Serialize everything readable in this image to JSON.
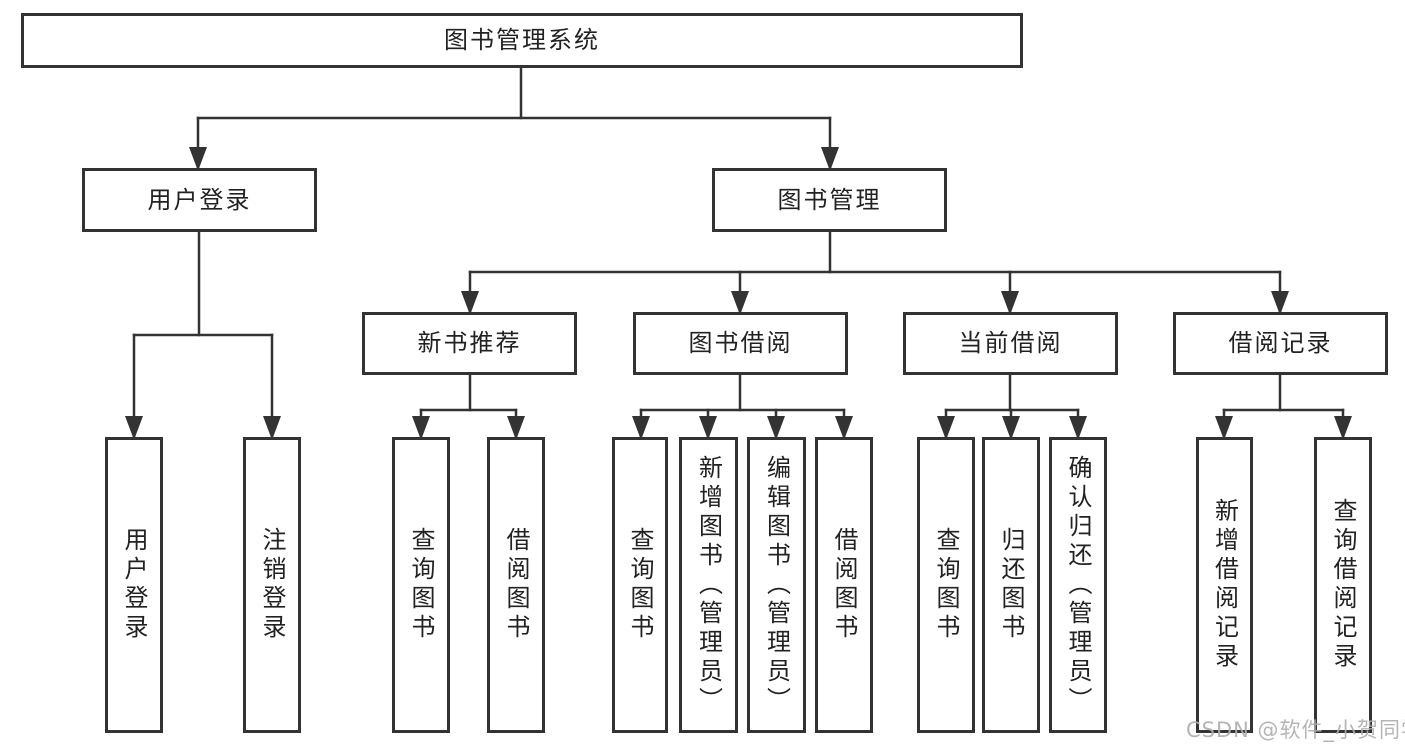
{
  "colors": {
    "line": "#333333",
    "box_border": "#333333",
    "text": "#222222",
    "watermark": "#afafaf",
    "background": "#ffffff"
  },
  "nodes": {
    "root": "图书管理系统",
    "level1": [
      "用户登录",
      "图书管理"
    ],
    "level2": [
      "新书推荐",
      "图书借阅",
      "当前借阅",
      "借阅记录"
    ],
    "leaves": {
      "login": [
        "用户登录",
        "注销登录"
      ],
      "recommend": [
        "查询图书",
        "借阅图书"
      ],
      "borrow": [
        "查询图书",
        "新增图书（管理员）",
        "编辑图书（管理员）",
        "借阅图书"
      ],
      "current": [
        "查询图书",
        "归还图书",
        "确认归还（管理员）"
      ],
      "records": [
        "新增借阅记录",
        "查询借阅记录"
      ]
    }
  },
  "watermark": {
    "text": "CSDN @软件_小贺同学"
  }
}
